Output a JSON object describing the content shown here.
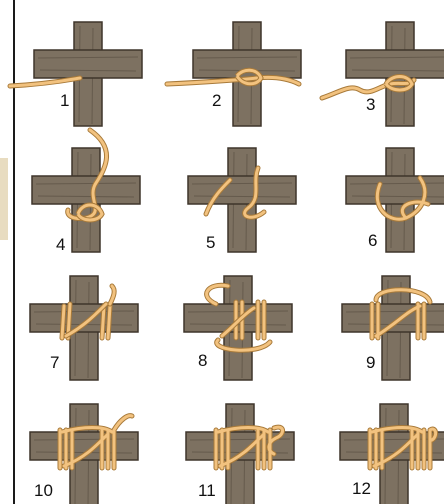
{
  "title": "",
  "steps": [
    {
      "label": "1"
    },
    {
      "label": "2"
    },
    {
      "label": "3"
    },
    {
      "label": "4"
    },
    {
      "label": "5"
    },
    {
      "label": "6"
    },
    {
      "label": "7"
    },
    {
      "label": "8"
    },
    {
      "label": "9"
    },
    {
      "label": "10"
    },
    {
      "label": "11"
    },
    {
      "label": "12"
    }
  ],
  "colors": {
    "wood": "#7d7161",
    "wood_dark": "#3e352b",
    "wood_grain": "#655a4c",
    "rope": "#f2c27f",
    "rope_outline": "#a87a3a",
    "background": "#ffffff",
    "rule": "#1a1a1a"
  }
}
